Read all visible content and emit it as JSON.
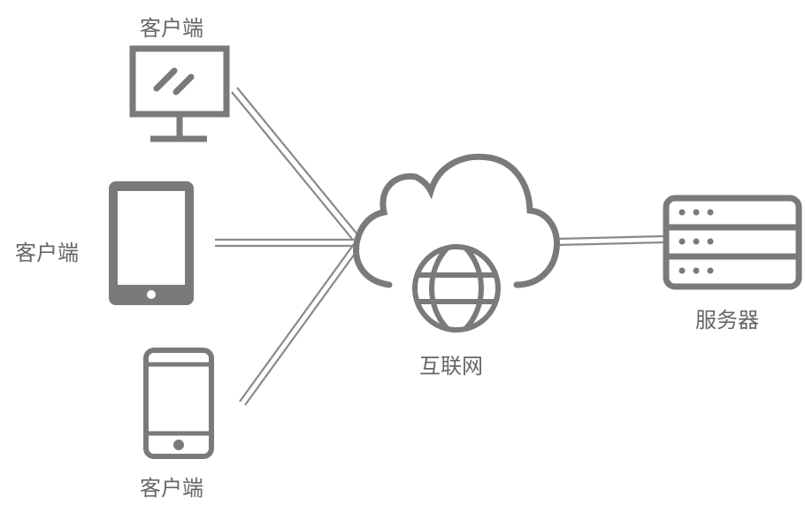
{
  "nodes": {
    "client_desktop": {
      "label": "客户端",
      "icon": "monitor-icon"
    },
    "client_tablet": {
      "label": "客户端",
      "icon": "tablet-icon"
    },
    "client_phone": {
      "label": "客户端",
      "icon": "smartphone-icon"
    },
    "internet": {
      "label": "互联网",
      "icon": "cloud-globe-icon"
    },
    "server": {
      "label": "服务器",
      "icon": "server-rack-icon"
    }
  },
  "edges": [
    {
      "from": "client_desktop",
      "to": "internet"
    },
    {
      "from": "client_tablet",
      "to": "internet"
    },
    {
      "from": "client_phone",
      "to": "internet"
    },
    {
      "from": "internet",
      "to": "server"
    }
  ],
  "colors": {
    "stroke": "#7a7a7a",
    "text": "#666666",
    "background": "#ffffff"
  }
}
